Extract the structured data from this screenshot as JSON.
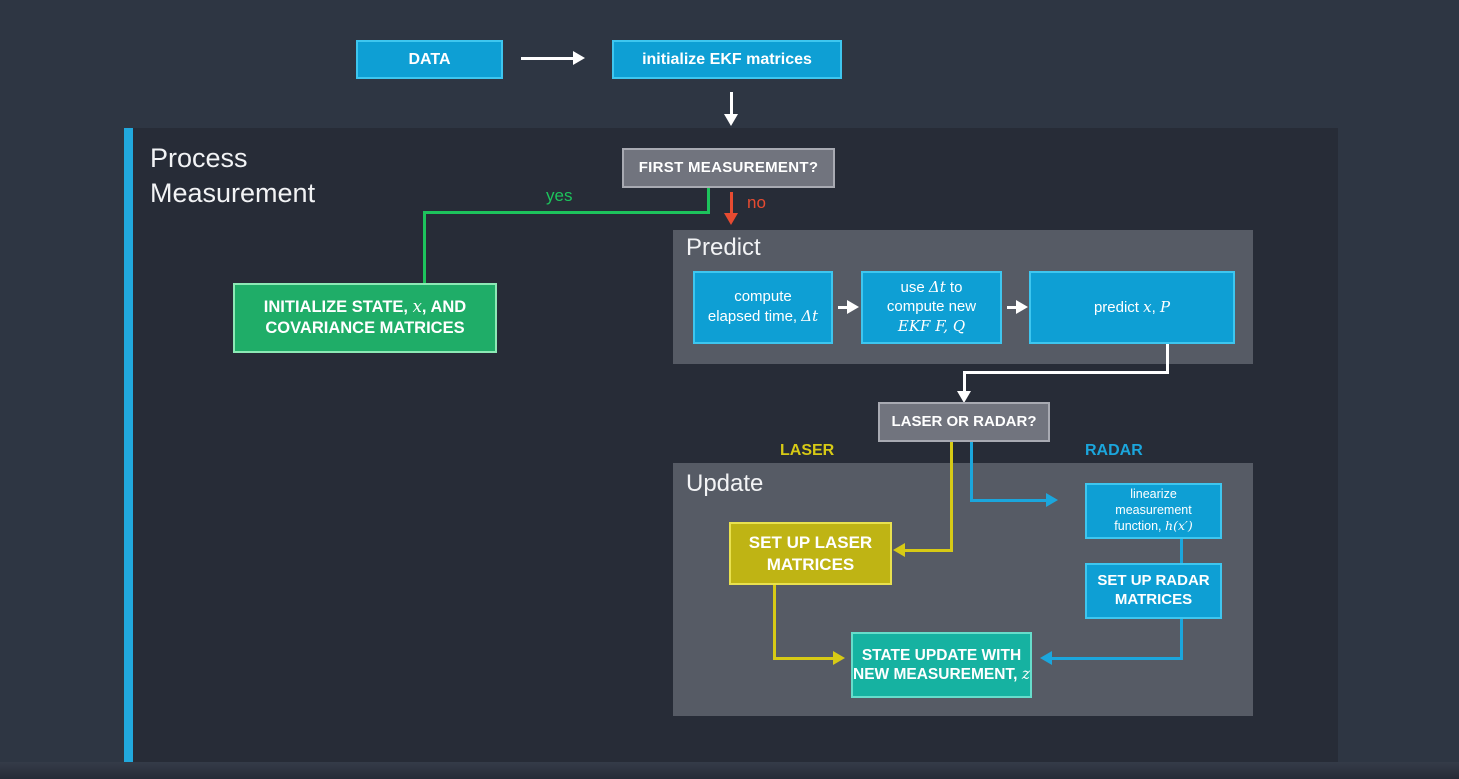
{
  "colors": {
    "bg": "#2e3643",
    "panel": "#272c37",
    "subpanel": "#565b65",
    "accent": "#21a8dd",
    "blue_fill": "#0e9fd4",
    "blue_border": "#3ec6ef",
    "gray_fill": "#71747e",
    "gray_border": "#a8aab2",
    "green_fill": "#1fad68",
    "green_border": "#8ce9b5",
    "green_line": "#1dc35c",
    "red": "#e64b31",
    "yellow_fill": "#bfb414",
    "yellow_border": "#e9e14e",
    "yellow_line": "#d7ca15",
    "teal_fill": "#16b2a1",
    "teal_border": "#66ddcb",
    "white": "#ffffff",
    "blue_line": "#1ba6dc"
  },
  "top_flow": {
    "data_box": "DATA",
    "init_box": "initialize EKF matrices"
  },
  "process_panel": {
    "title_line1": "Process",
    "title_line2": "Measurement",
    "first_measurement": "FIRST MEASUREMENT?",
    "yes": "yes",
    "no": "no",
    "init_state": {
      "line1_pre": "INITIALIZE STATE, ",
      "line1_math": "x",
      "line1_post": ", AND",
      "line2": "COVARIANCE MATRICES"
    },
    "predict": {
      "title": "Predict",
      "box1": {
        "line1": "compute",
        "line2_pre": "elapsed time, ",
        "line2_math": "Δt"
      },
      "box2": {
        "line1_pre": "use ",
        "line1_math": "Δt",
        "line1_post": " to",
        "line2": "compute new",
        "line3_math": "EKF F, Q"
      },
      "box3": {
        "pre": "predict ",
        "math1": "x",
        "sep": ", ",
        "math2": "P"
      }
    },
    "laser_or_radar": "LASER OR RADAR?",
    "laser_branch_label": "LASER",
    "radar_branch_label": "RADAR",
    "update": {
      "title": "Update",
      "laser_box": {
        "line1": "SET UP LASER",
        "line2": "MATRICES"
      },
      "linearize_box": {
        "line1": "linearize",
        "line2": "measurement",
        "line3_pre": "function, ",
        "line3_math": "h(x′)"
      },
      "radar_box": {
        "line1": "SET UP RADAR",
        "line2": "MATRICES"
      },
      "state_update_box": {
        "line1": "STATE UPDATE WITH",
        "line2_pre": "NEW MEASUREMENT, ",
        "line2_math": "z"
      }
    }
  }
}
